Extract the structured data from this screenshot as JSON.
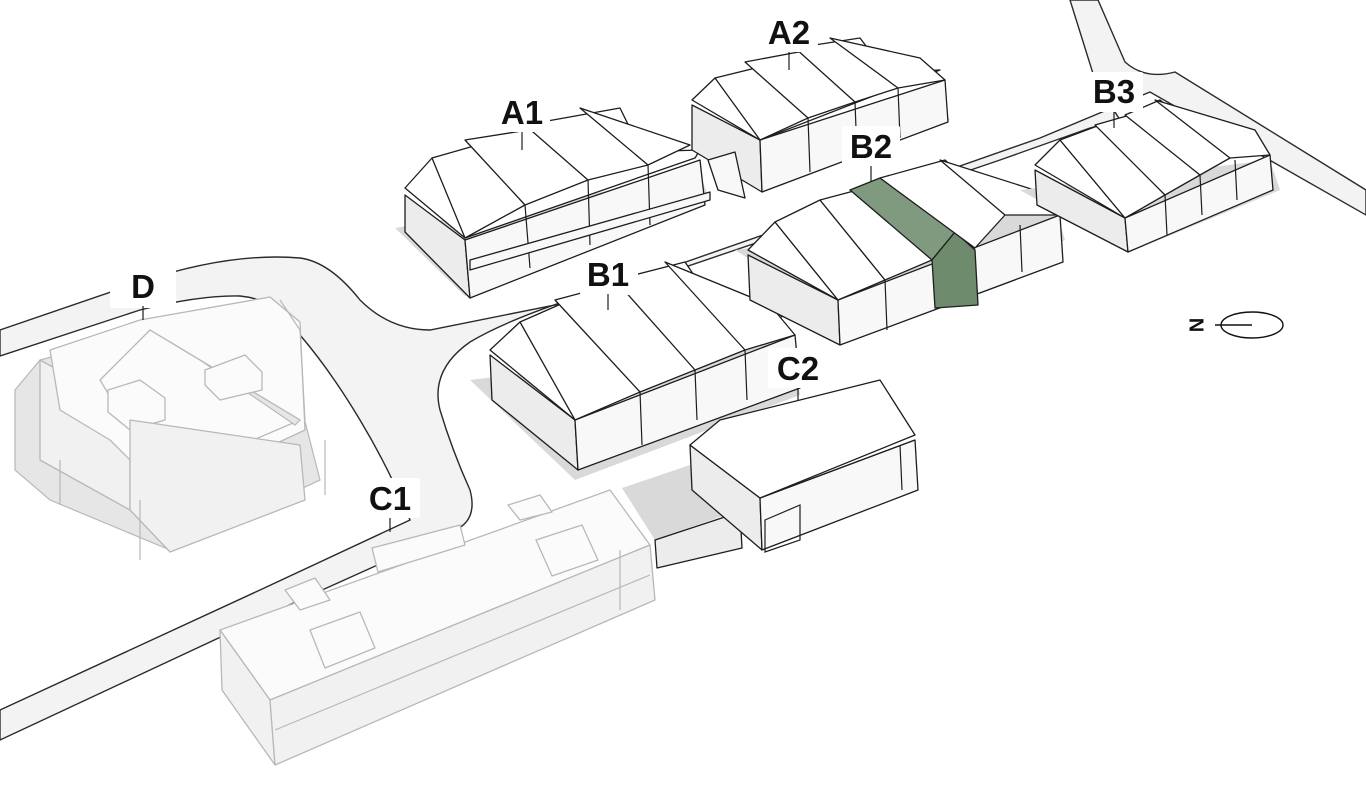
{
  "buildings": [
    {
      "id": "A1",
      "label": "A1",
      "style": "row"
    },
    {
      "id": "A2",
      "label": "A2",
      "style": "row"
    },
    {
      "id": "B1",
      "label": "B1",
      "style": "row"
    },
    {
      "id": "B2",
      "label": "B2",
      "style": "row",
      "highlighted_unit": true
    },
    {
      "id": "B3",
      "label": "B3",
      "style": "row"
    },
    {
      "id": "C1",
      "label": "C1",
      "style": "ghost"
    },
    {
      "id": "C2",
      "label": "C2",
      "style": "row"
    },
    {
      "id": "D",
      "label": "D",
      "style": "ghost"
    }
  ],
  "compass": {
    "label": "N",
    "icon": "north-arrow-icon"
  },
  "colors": {
    "highlight": "#7f9a7e",
    "road": "#f3f3f3",
    "ghost": "#b8b8b8"
  }
}
